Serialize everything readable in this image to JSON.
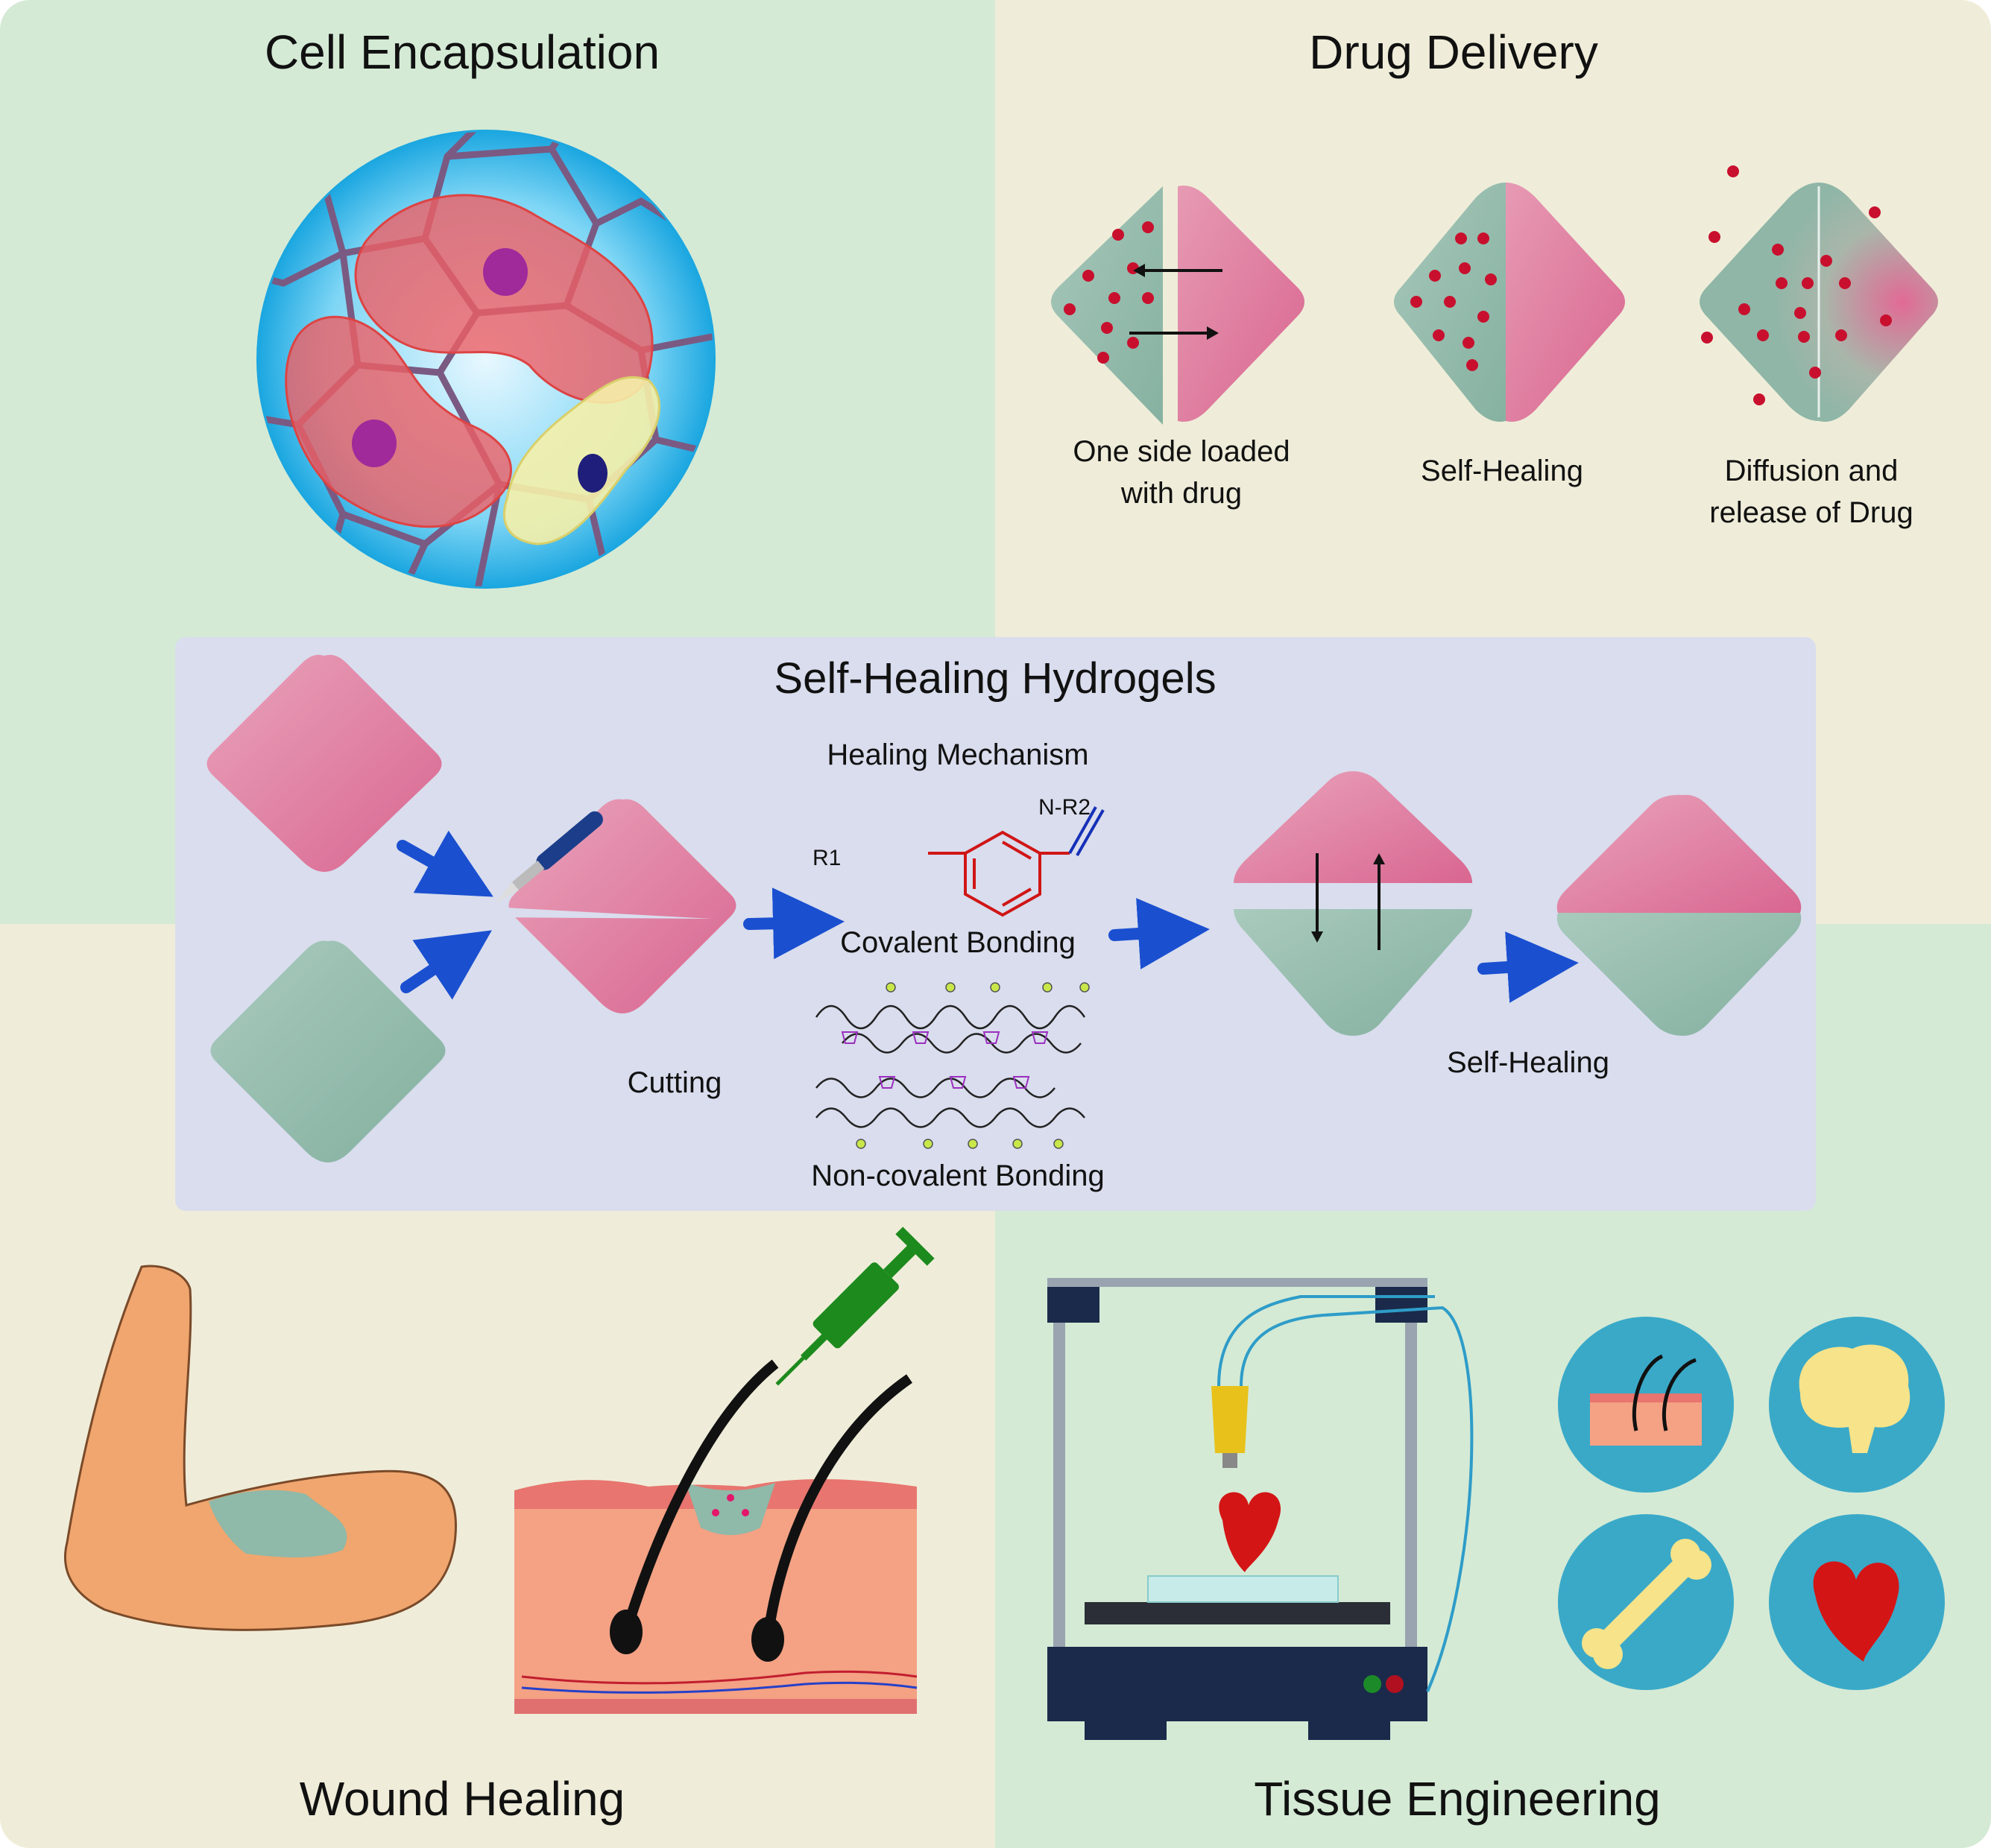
{
  "sections": {
    "cell_encapsulation": {
      "title": "Cell Encapsulation"
    },
    "drug_delivery": {
      "title": "Drug Delivery",
      "steps": [
        {
          "label_line1": "One side loaded",
          "label_line2": "with drug"
        },
        {
          "label_line1": "Self-Healing",
          "label_line2": ""
        },
        {
          "label_line1": "Diffusion and",
          "label_line2": "release of Drug"
        }
      ]
    },
    "self_healing_hydrogels": {
      "title": "Self-Healing Hydrogels",
      "healing_mechanism": "Healing Mechanism",
      "covalent_bonding": "Covalent Bonding",
      "non_covalent_bonding": "Non-covalent Bonding",
      "cutting": "Cutting",
      "self_healing": "Self-Healing",
      "chem_r1": "R1",
      "chem_nr2": "N-R2"
    },
    "wound_healing": {
      "title": "Wound Healing"
    },
    "tissue_engineering": {
      "title": "Tissue Engineering"
    }
  },
  "colors": {
    "green_bg": "#d4ead5",
    "beige_bg": "#efedd9",
    "panel_bg": "#d9dded",
    "pink_gel": "#d9668f",
    "green_gel": "#8bbaa9",
    "arrow_blue": "#1a4fd0",
    "drug_red": "#c8102e",
    "printer_navy": "#1b2a4a",
    "circle_teal": "#3aa9c8"
  },
  "icons": [
    "scalpel-icon",
    "syringe-icon",
    "heart-icon",
    "brain-icon",
    "bone-icon",
    "skin-icon",
    "printer-icon",
    "arm-icon"
  ]
}
